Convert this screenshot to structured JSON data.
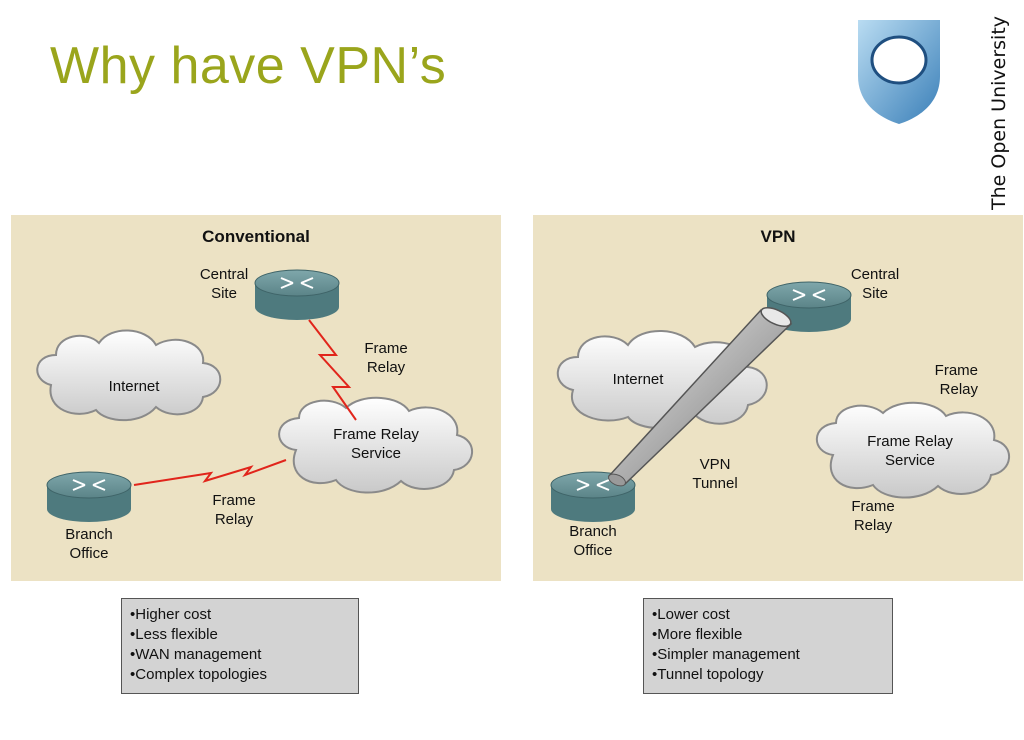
{
  "slide": {
    "title": "Why have VPN’s"
  },
  "logo": {
    "text": "The Open University",
    "icon": "shield-logo-icon",
    "color": "#3a7fb8"
  },
  "colors": {
    "title": "#9aa51c",
    "panel": "#ece2c4",
    "link": "#e1251b",
    "box": "#d3d3d3"
  },
  "conventional": {
    "heading": "Conventional",
    "central_site": "Central\nSite",
    "internet": "Internet",
    "frame_relay_top": "Frame\nRelay",
    "frame_relay_service": "Frame Relay\nService",
    "frame_relay_bottom": "Frame\nRelay",
    "branch_office": "Branch\nOffice",
    "bullets": [
      "Higher cost",
      "Less flexible",
      "WAN management",
      "Complex topologies"
    ]
  },
  "vpn": {
    "heading": "VPN",
    "central_site": "Central\nSite",
    "internet": "Internet",
    "frame_relay_top": "Frame\nRelay",
    "frame_relay_service": "Frame Relay\nService",
    "frame_relay_bottom": "Frame\nRelay",
    "vpn_tunnel": "VPN\nTunnel",
    "branch_office": "Branch\nOffice",
    "bullets": [
      "Lower cost",
      "More flexible",
      "Simpler management",
      "Tunnel topology"
    ]
  }
}
